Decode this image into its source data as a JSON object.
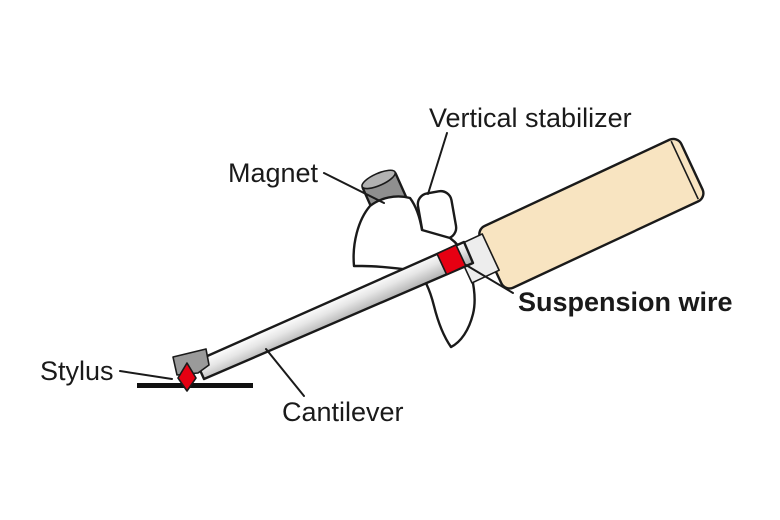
{
  "labels": {
    "vertical_stabilizer": "Vertical stabilizer",
    "magnet": "Magnet",
    "suspension_wire": "Suspension wire",
    "stylus": "Stylus",
    "cantilever": "Cantilever"
  },
  "colors": {
    "background": "#ffffff",
    "outline": "#1a1a1a",
    "housing_white": "#ffffff",
    "magnet_gray": "#8f8f8f",
    "magnet_top_gray": "#b2b2b2",
    "cartridge_body_beige": "#f8e4c1",
    "suspension_wire_red": "#e60012",
    "stylus_tip_red": "#e60012",
    "stylus_mount_gray": "#9a9a9a",
    "connector_gray": "#ededed",
    "record_surface_black": "#111111"
  }
}
